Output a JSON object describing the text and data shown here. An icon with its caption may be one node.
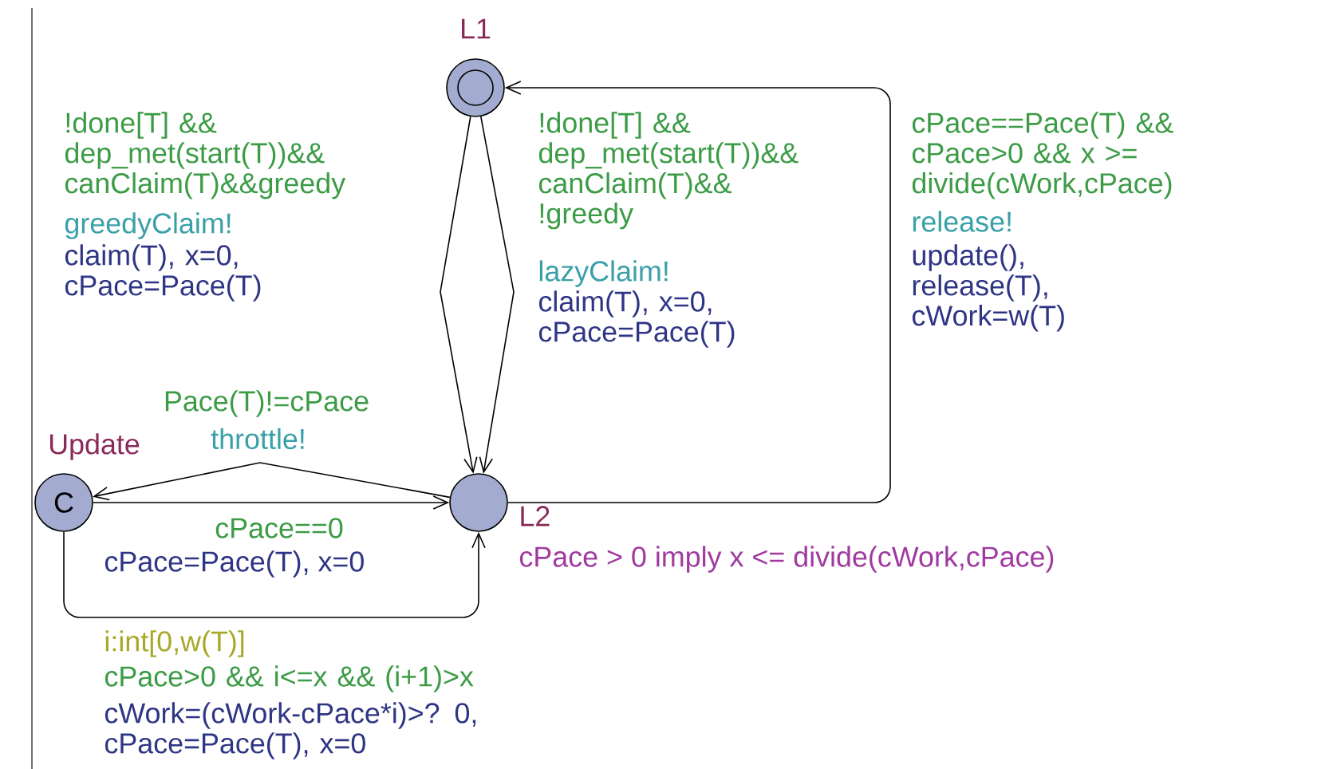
{
  "diagram": {
    "nodes": [
      {
        "text": [
          "L1"
        ]
      },
      {
        "text": [
          "L2"
        ],
        "beside": [
          "cPace > 0 imply x <= divide(cWork,cPace)"
        ]
      },
      {
        "text": [
          "Update",
          "C"
        ]
      }
    ],
    "edges": [
      {
        "from": 0,
        "to": 1,
        "arrow": "to",
        "label": "!done[T] && dep_met(start(T))&& canClaim(T)&&greedy"
      },
      {
        "from": 0,
        "to": 1,
        "arrow": "to",
        "label": "!done[T] && dep_met(start(T))&& canClaim(T)&& !greedy"
      },
      {
        "from": 1,
        "to": 0,
        "arrow": "to",
        "label": "cPace==Pace(T) && cPace>0 && x >= divide(cWork,cPace)"
      },
      {
        "from": 1,
        "to": 2,
        "arrow": "to",
        "label": "Pace(T)!=cPace"
      },
      {
        "from": 2,
        "to": 1,
        "arrow": "to",
        "label": "cPace==0"
      },
      {
        "from": 2,
        "to": 1,
        "arrow": "to",
        "label": "cPace>0 && i<=x && (i+1)>x"
      }
    ],
    "labels": [
      "greedyClaim!",
      "claim(T), x=0, cPace=Pace(T)",
      "lazyClaim!",
      "claim(T), x=0, cPace=Pace(T)",
      "release!",
      "update(), release(T), cWork=w(T)",
      "throttle!",
      "cPace=Pace(T), x=0",
      "i:int[0,w(T)]",
      "cWork=(cWork-cPace*i)>? 0, cPace=Pace(T), x=0"
    ]
  }
}
